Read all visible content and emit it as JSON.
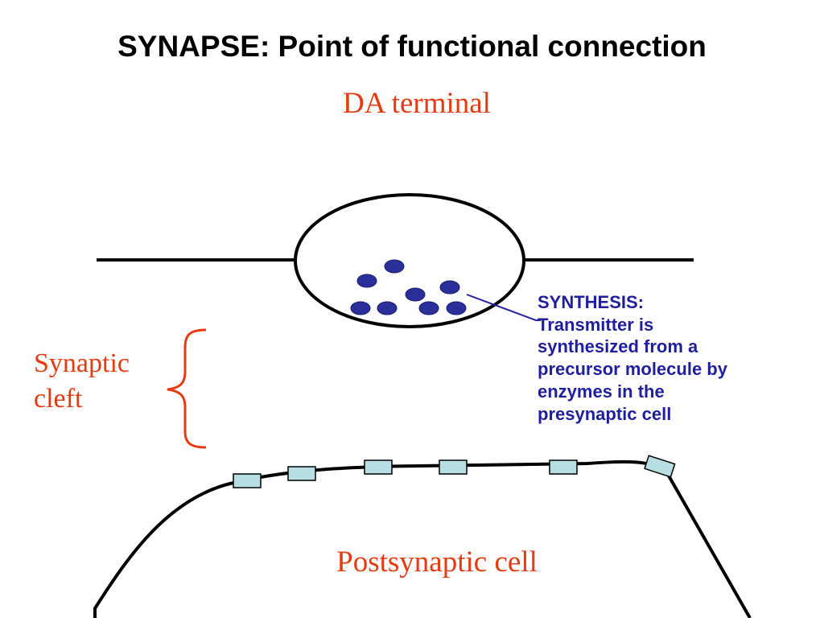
{
  "title": "SYNAPSE: Point of functional connection",
  "labels": {
    "da_terminal": "DA terminal",
    "synaptic_cleft_line1": "Synaptic",
    "synaptic_cleft_line2": "cleft",
    "postsynaptic_cell": "Postsynaptic cell"
  },
  "synthesis": {
    "lines": [
      "SYNTHESIS:",
      "Transmitter is",
      "synthesized from a",
      "precursor molecule by",
      "enzymes in the",
      "presynaptic cell"
    ]
  },
  "colors": {
    "label_red": "#e63a10",
    "synthesis_blue": "#1f1f9e",
    "vesicle_fill": "#2b2f9a",
    "receptor_fill": "#b7dfe3",
    "outline": "#000000"
  }
}
